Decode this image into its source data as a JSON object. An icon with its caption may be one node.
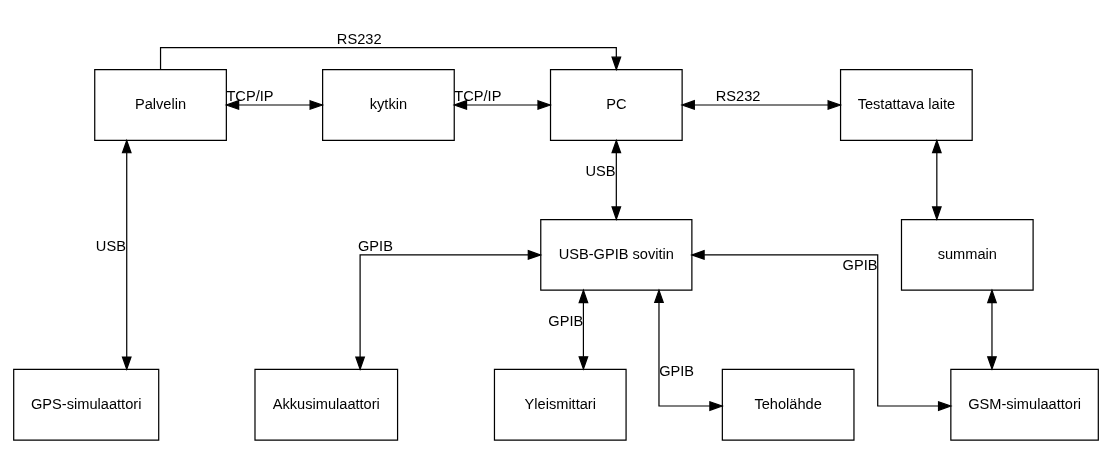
{
  "diagram": {
    "nodes": [
      {
        "text": [
          "Palvelin"
        ]
      },
      {
        "text": [
          "kytkin"
        ]
      },
      {
        "text": [
          "PC"
        ]
      },
      {
        "text": [
          "Testattava laite"
        ]
      },
      {
        "text": [
          "summain"
        ]
      },
      {
        "text": [
          "USB-GPIB sovitin"
        ]
      },
      {
        "text": [
          "GPS-simulaattori"
        ]
      },
      {
        "text": [
          "Akkusimulaattori"
        ]
      },
      {
        "text": [
          "Yleismittari"
        ]
      },
      {
        "text": [
          "Teholähde"
        ]
      },
      {
        "text": [
          "GSM-simulaattori"
        ]
      }
    ],
    "edges": [
      {
        "from": 0,
        "to": 1,
        "arrow": "both",
        "label": "TCP/IP"
      },
      {
        "from": 1,
        "to": 2,
        "arrow": "both",
        "label": "TCP/IP"
      },
      {
        "from": 2,
        "to": 3,
        "arrow": "both",
        "label": "RS232"
      },
      {
        "from": 0,
        "to": 2,
        "arrow": "to",
        "label": "RS232"
      },
      {
        "from": 0,
        "to": 6,
        "arrow": "both",
        "label": "USB"
      },
      {
        "from": 2,
        "to": 5,
        "arrow": "both",
        "label": "USB"
      },
      {
        "from": 3,
        "to": 4,
        "arrow": "both"
      },
      {
        "from": 4,
        "to": 10,
        "arrow": "both"
      },
      {
        "from": 5,
        "to": 7,
        "arrow": "both",
        "label": "GPIB"
      },
      {
        "from": 5,
        "to": 8,
        "arrow": "both",
        "label": "GPIB"
      },
      {
        "from": 5,
        "to": 9,
        "arrow": "both",
        "label": "GPIB"
      },
      {
        "from": 5,
        "to": 10,
        "arrow": "both",
        "label": "GPIB"
      }
    ]
  }
}
